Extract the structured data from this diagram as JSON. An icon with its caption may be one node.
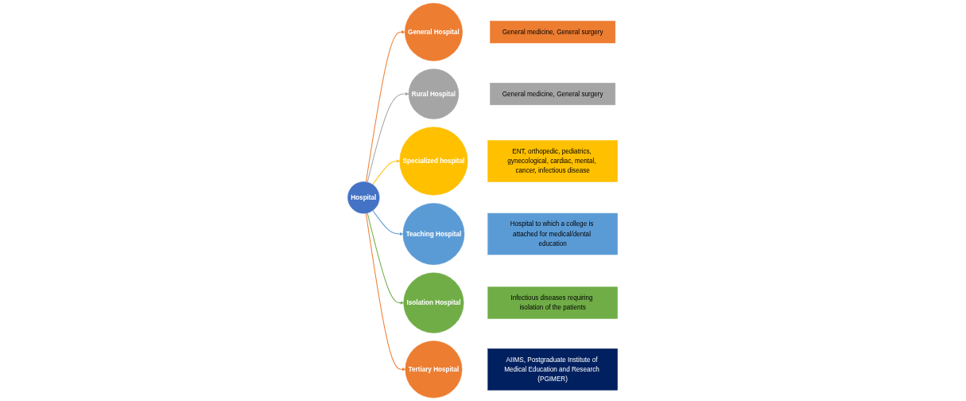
{
  "diagram": {
    "nodes": [
      {
        "text": [
          "Hospital"
        ]
      },
      {
        "text": [
          "General Hospital"
        ]
      },
      {
        "text": [
          "Rural Hospital"
        ]
      },
      {
        "text": [
          "Specialized hospital"
        ]
      },
      {
        "text": [
          "Teaching Hospital"
        ]
      },
      {
        "text": [
          "Isolation Hospital"
        ]
      },
      {
        "text": [
          "Tertiary Hospital"
        ]
      },
      {
        "text": [
          "General medicine, General surgery"
        ]
      },
      {
        "text": [
          "General medicine, General surgery"
        ]
      },
      {
        "text": [
          "ENT, orthopedic, pediatrics, gynecological, cardiac, mental, cancer, infectious disease"
        ]
      },
      {
        "text": [
          "Hospital to which a college is attached for medical/dental education"
        ]
      },
      {
        "text": [
          "Infectious diseases requiring isolation of the patients"
        ]
      },
      {
        "text": [
          "AIIMS, Postgraduate Institute of Medical Education and Research (PGIMER)"
        ]
      }
    ],
    "edges": [
      {
        "from": 0,
        "to": 1,
        "arrow": "to",
        "color": "#ed7d31"
      },
      {
        "from": 0,
        "to": 2,
        "arrow": "to",
        "color": "#a5a5a5"
      },
      {
        "from": 0,
        "to": 3,
        "arrow": "to",
        "color": "#ffc000"
      },
      {
        "from": 0,
        "to": 4,
        "arrow": "to",
        "color": "#5b9bd5"
      },
      {
        "from": 0,
        "to": 5,
        "arrow": "to",
        "color": "#70ad47"
      },
      {
        "from": 0,
        "to": 6,
        "arrow": "to",
        "color": "#ed7d31"
      }
    ]
  }
}
